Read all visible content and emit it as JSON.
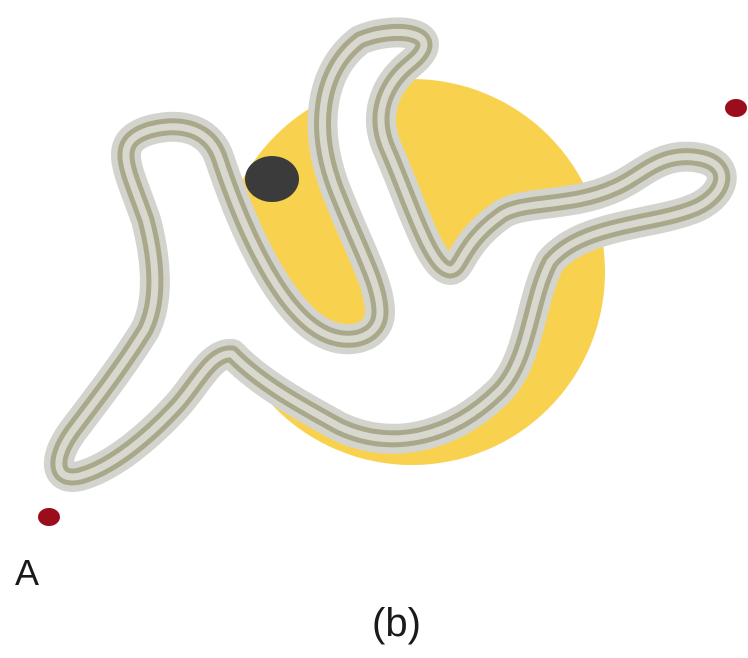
{
  "labels": {
    "point_a": "A",
    "caption": "(b)"
  },
  "colors": {
    "background": "#ffffff",
    "disc_fill": "#f8d24e",
    "dark_dot": "#3b3b3b",
    "point_marker": "#9b0d1a",
    "channel_outer": "#d4d4ce",
    "channel_mid": "#a9a88b",
    "channel_inner": "#ffffff"
  },
  "elements": [
    "yellow-disc",
    "dark-dot",
    "winding-channel",
    "point-a-marker",
    "top-right-marker"
  ]
}
